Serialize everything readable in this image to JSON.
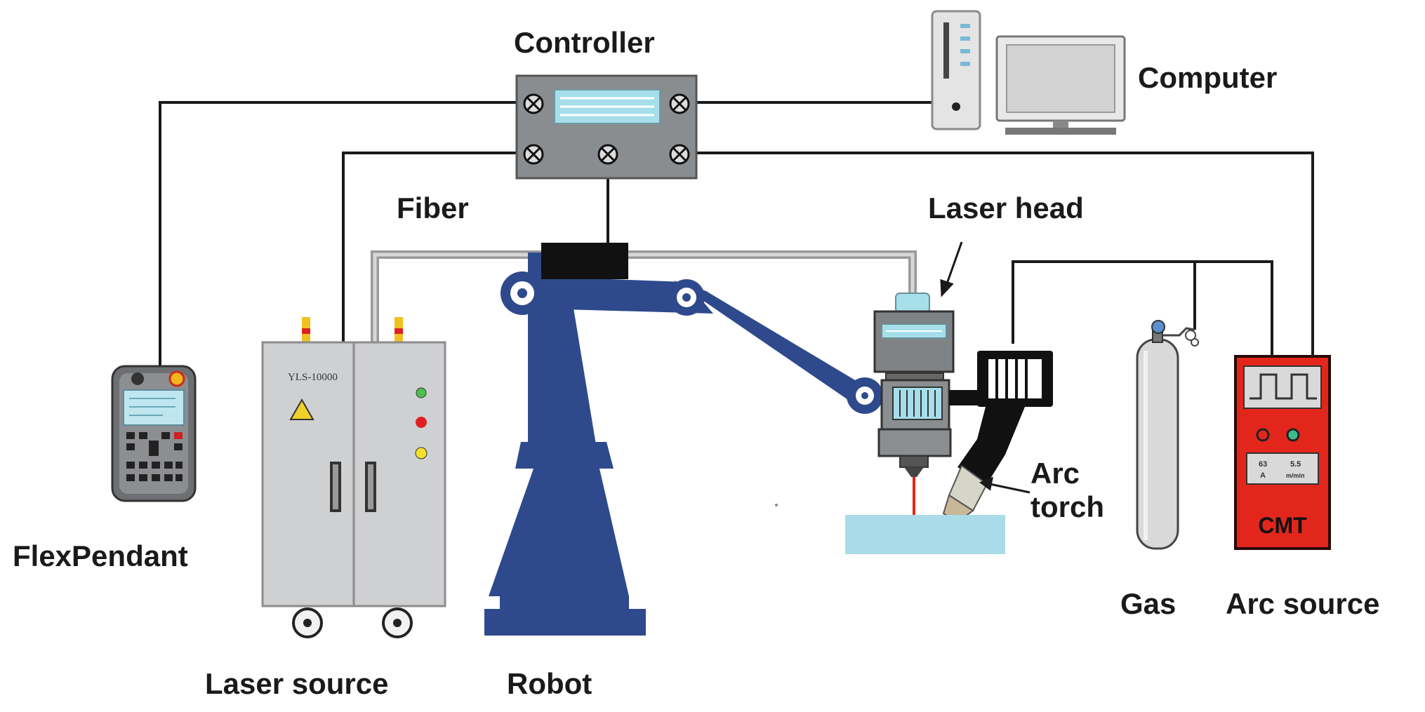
{
  "labels": {
    "controller": "Controller",
    "computer": "Computer",
    "fiber": "Fiber",
    "laser_head": "Laser head",
    "arc": "Arc",
    "torch": "torch",
    "flexpendant": "FlexPendant",
    "gas": "Gas",
    "arc_source": "Arc source",
    "laser_source": "Laser source",
    "robot": "Robot"
  },
  "device_text": {
    "laser_model": "YLS-10000",
    "cmt": "CMT",
    "arc_reading_1": "63",
    "arc_unit_1": "A",
    "arc_reading_2": "5.5",
    "arc_unit_2": "m/min"
  },
  "colors": {
    "robot_blue": "#2e4a8c",
    "controller_gray": "#8a8d90",
    "cabinet_gray": "#cfd0d2",
    "arc_source_red": "#e3261c",
    "workpiece": "#a9dbe8",
    "laser_beam": "#e32618",
    "cable": "#1a1a1a"
  }
}
